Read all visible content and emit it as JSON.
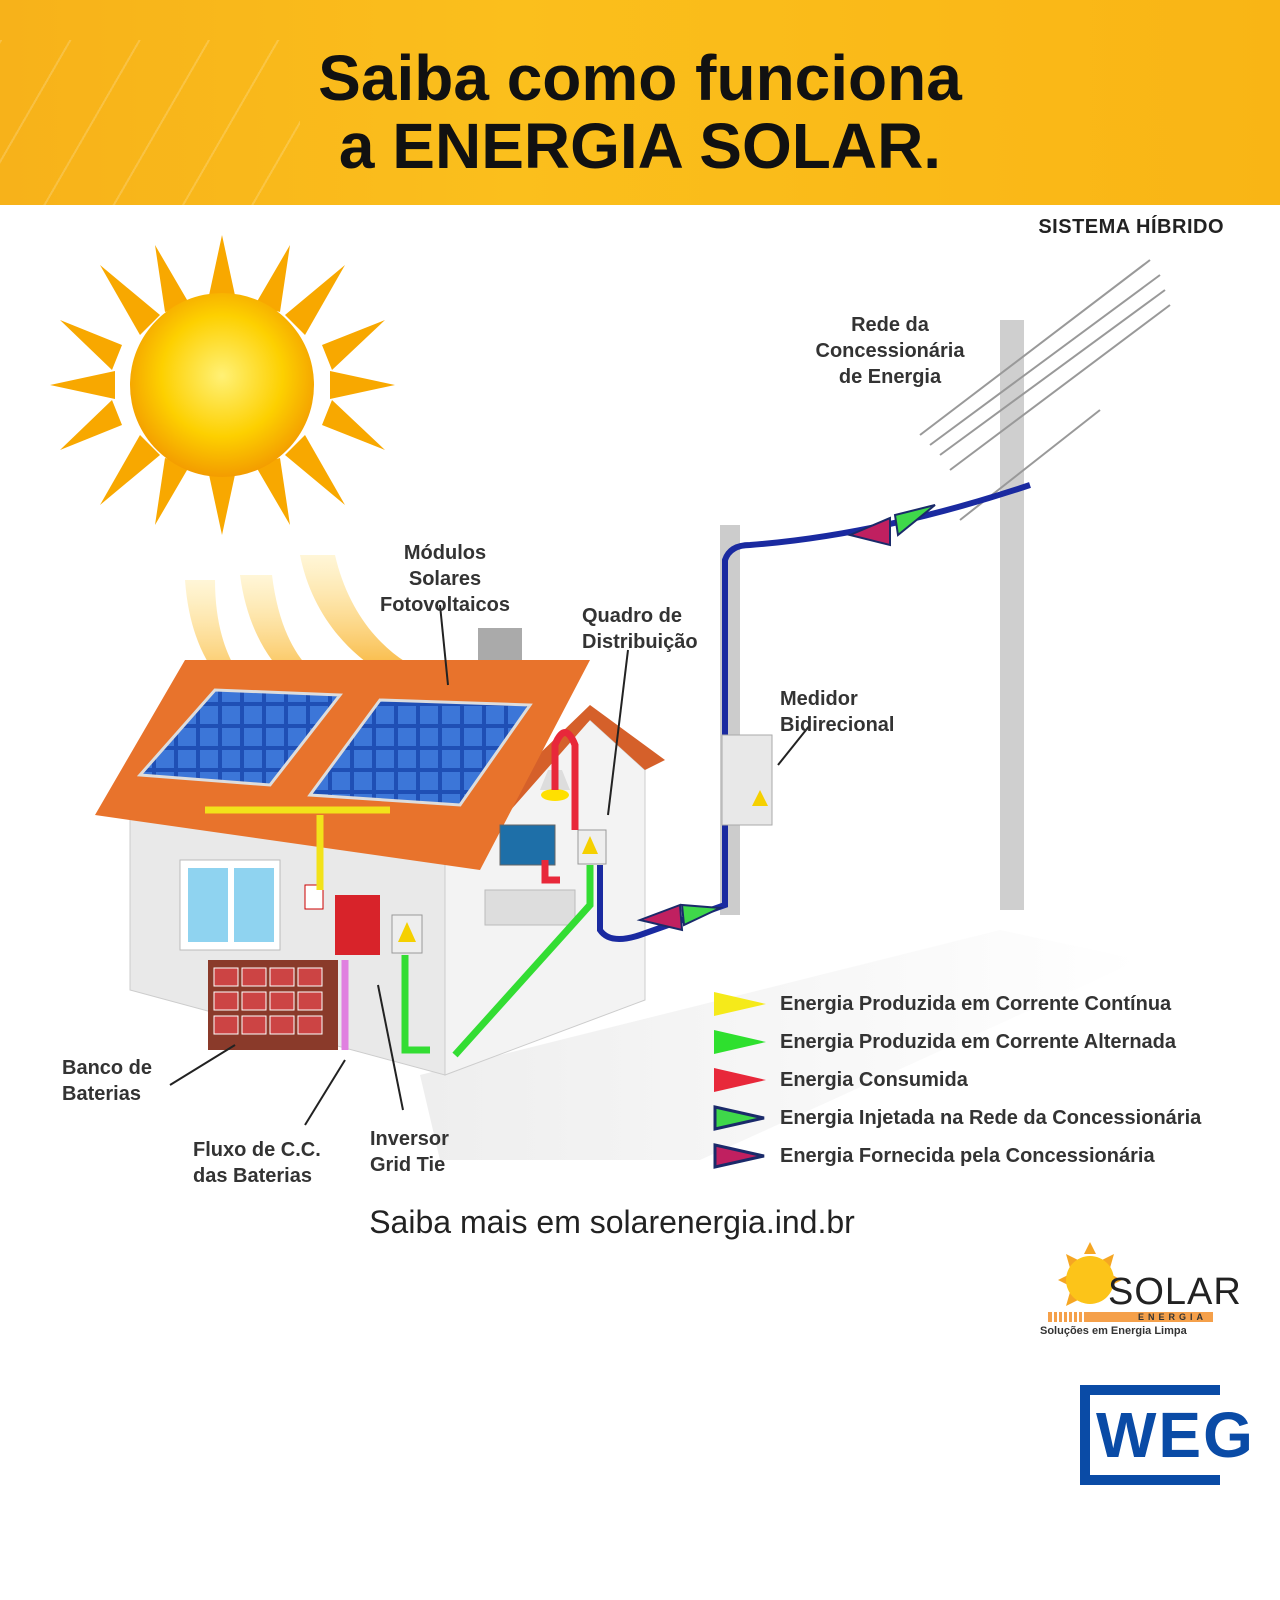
{
  "header": {
    "title_line1": "Saiba como funciona",
    "title_line2": "a ENERGIA SOLAR."
  },
  "subtitle": "SISTEMA HÍBRIDO",
  "labels": {
    "grid": [
      "Rede da",
      "Concessionária",
      "de Energia"
    ],
    "modules": [
      "Módulos",
      "Solares",
      "Fotovoltaicos"
    ],
    "panel": [
      "Quadro de",
      "Distribuição"
    ],
    "meter": [
      "Medidor",
      "Bidirecional"
    ],
    "batteries": [
      "Banco de",
      "Baterias"
    ],
    "dc_flow": [
      "Fluxo de C.C.",
      "das Baterias"
    ],
    "inverter": [
      "Inversor",
      "Grid Tie"
    ]
  },
  "legend": [
    {
      "label": "Energia Produzida em Corrente Contínua",
      "color": "#f5ea1a",
      "outline": "none"
    },
    {
      "label": "Energia Produzida em Corrente Alternada",
      "color": "#2ee02e",
      "outline": "none"
    },
    {
      "label": "Energia Consumida",
      "color": "#e8283a",
      "outline": "none"
    },
    {
      "label": "Energia Injetada na Rede da Concessionária",
      "color": "#3fd84a",
      "outline": "#1a2a6a"
    },
    {
      "label": "Energia Fornecida pela Concessionária",
      "color": "#c02060",
      "outline": "#1a2a6a"
    }
  ],
  "footer": "Saiba mais em solarenergia.ind.br",
  "logos": {
    "solar": {
      "name": "SOLAR",
      "sub": "ENERGIA",
      "tagline": "Soluções em Energia Limpa"
    },
    "weg": "WEG"
  },
  "colors": {
    "header": "#fbbf1c",
    "sun": "#f7b500",
    "roof": "#e8702a",
    "panel": "#2a5fc8",
    "wire": "#1a2aa0"
  }
}
